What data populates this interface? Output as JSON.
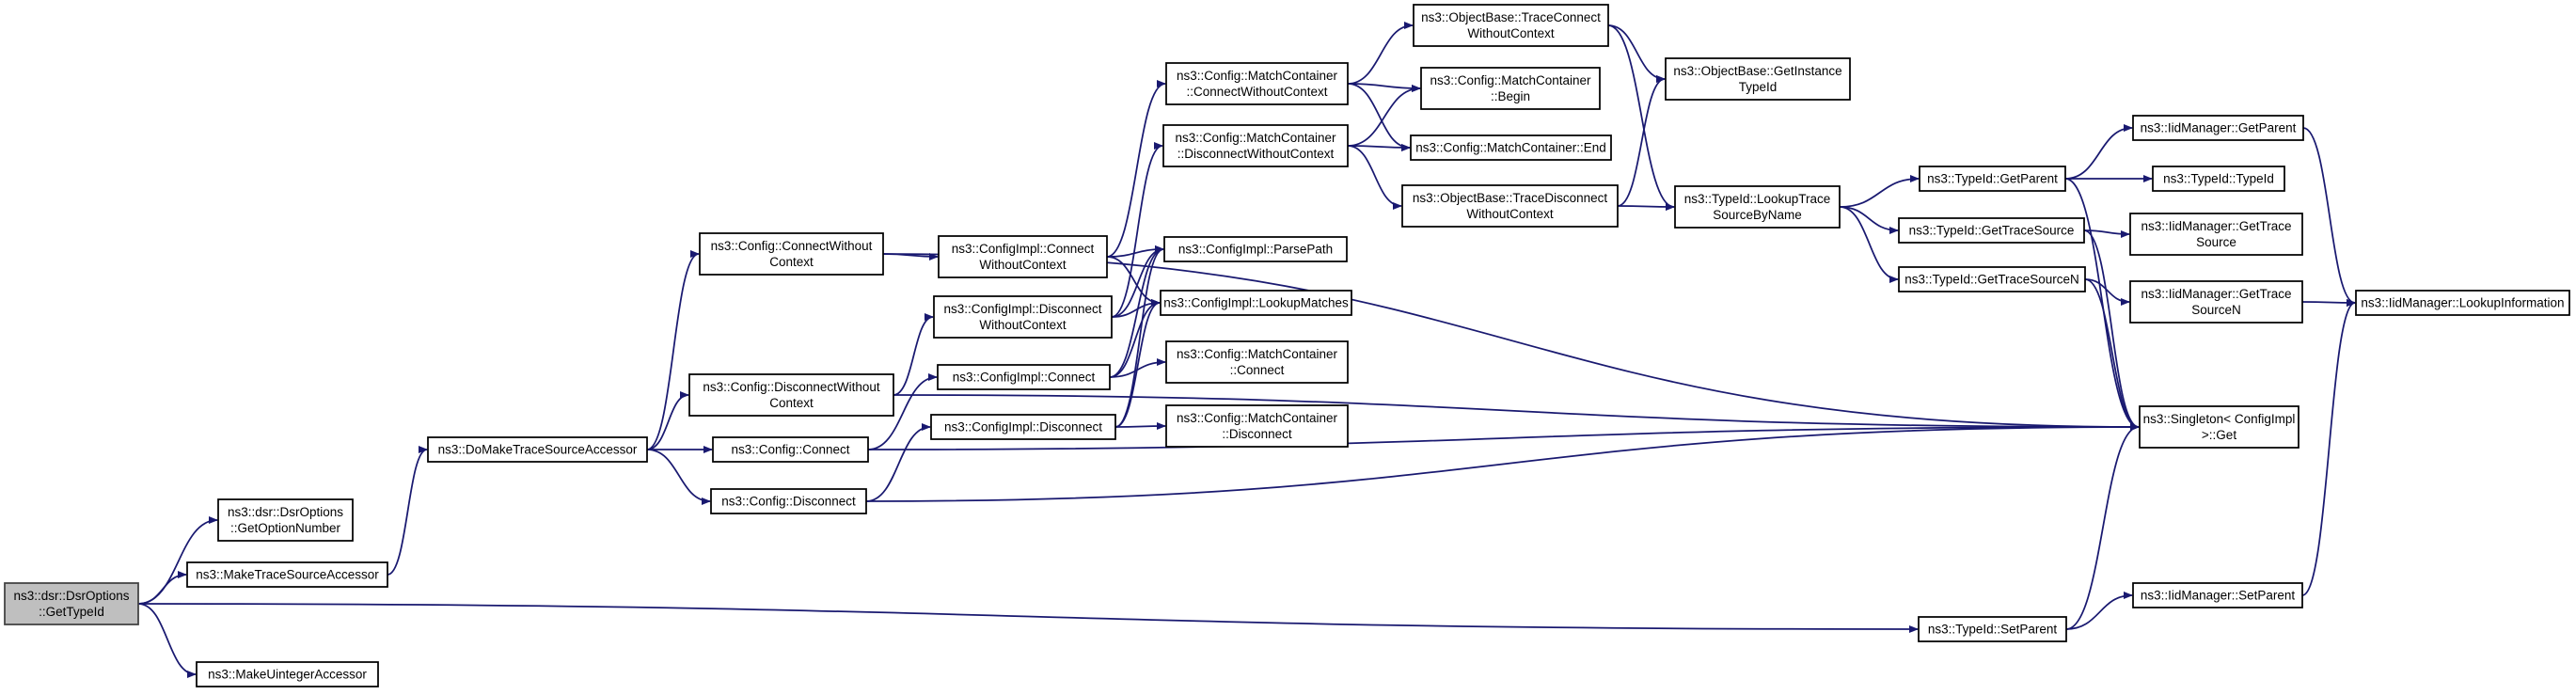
{
  "graph": {
    "edge_color": "#191970",
    "root_fill": "#bfbfbf",
    "node_fill": "#ffffff",
    "nodes": [
      {
        "id": "root",
        "lines": [
          "ns3::dsr::DsrOptions",
          "::GetTypeId"
        ],
        "root": true
      },
      {
        "id": "getoptnum",
        "lines": [
          "ns3::dsr::DsrOptions",
          "::GetOptionNumber"
        ]
      },
      {
        "id": "mtsa",
        "lines": [
          "ns3::MakeTraceSourceAccessor"
        ]
      },
      {
        "id": "mua",
        "lines": [
          "ns3::MakeUintegerAccessor"
        ]
      },
      {
        "id": "dmtsa",
        "lines": [
          "ns3::DoMakeTraceSourceAccessor"
        ]
      },
      {
        "id": "cfg_cwc",
        "lines": [
          "ns3::Config::ConnectWithout",
          "Context"
        ]
      },
      {
        "id": "cfg_dwc",
        "lines": [
          "ns3::Config::DisconnectWithout",
          "Context"
        ]
      },
      {
        "id": "cfg_c",
        "lines": [
          "ns3::Config::Connect"
        ]
      },
      {
        "id": "cfg_d",
        "lines": [
          "ns3::Config::Disconnect"
        ]
      },
      {
        "id": "ci_cwc",
        "lines": [
          "ns3::ConfigImpl::Connect",
          "WithoutContext"
        ]
      },
      {
        "id": "ci_dwc",
        "lines": [
          "ns3::ConfigImpl::Disconnect",
          "WithoutContext"
        ]
      },
      {
        "id": "ci_c",
        "lines": [
          "ns3::ConfigImpl::Connect"
        ]
      },
      {
        "id": "ci_d",
        "lines": [
          "ns3::ConfigImpl::Disconnect"
        ]
      },
      {
        "id": "mc_cwc",
        "lines": [
          "ns3::Config::MatchContainer",
          "::ConnectWithoutContext"
        ]
      },
      {
        "id": "mc_dwc",
        "lines": [
          "ns3::Config::MatchContainer",
          "::DisconnectWithoutContext"
        ]
      },
      {
        "id": "ci_pp",
        "lines": [
          "ns3::ConfigImpl::ParsePath"
        ]
      },
      {
        "id": "ci_lm",
        "lines": [
          "ns3::ConfigImpl::LookupMatches"
        ]
      },
      {
        "id": "mc_c",
        "lines": [
          "ns3::Config::MatchContainer",
          "::Connect"
        ]
      },
      {
        "id": "mc_d",
        "lines": [
          "ns3::Config::MatchContainer",
          "::Disconnect"
        ]
      },
      {
        "id": "ob_tcwc",
        "lines": [
          "ns3::ObjectBase::TraceConnect",
          "WithoutContext"
        ]
      },
      {
        "id": "mc_begin",
        "lines": [
          "ns3::Config::MatchContainer",
          "::Begin"
        ]
      },
      {
        "id": "mc_end",
        "lines": [
          "ns3::Config::MatchContainer::End"
        ]
      },
      {
        "id": "ob_tdwc",
        "lines": [
          "ns3::ObjectBase::TraceDisconnect",
          "WithoutContext"
        ]
      },
      {
        "id": "ob_git",
        "lines": [
          "ns3::ObjectBase::GetInstance",
          "TypeId"
        ]
      },
      {
        "id": "tid_ltsbn",
        "lines": [
          "ns3::TypeId::LookupTrace",
          "SourceByName"
        ]
      },
      {
        "id": "tid_gp",
        "lines": [
          "ns3::TypeId::GetParent"
        ]
      },
      {
        "id": "tid_gts",
        "lines": [
          "ns3::TypeId::GetTraceSource"
        ]
      },
      {
        "id": "tid_gtsn",
        "lines": [
          "ns3::TypeId::GetTraceSourceN"
        ]
      },
      {
        "id": "tid_sp",
        "lines": [
          "ns3::TypeId::SetParent"
        ]
      },
      {
        "id": "singleton",
        "lines": [
          "ns3::Singleton< ConfigImpl",
          " >::Get"
        ]
      },
      {
        "id": "iid_gp",
        "lines": [
          "ns3::IidManager::GetParent"
        ]
      },
      {
        "id": "tid_tid",
        "lines": [
          "ns3::TypeId::TypeId"
        ]
      },
      {
        "id": "iid_gts",
        "lines": [
          "ns3::IidManager::GetTrace",
          "Source"
        ]
      },
      {
        "id": "iid_gtsn",
        "lines": [
          "ns3::IidManager::GetTrace",
          "SourceN"
        ]
      },
      {
        "id": "iid_li",
        "lines": [
          "ns3::IidManager::LookupInformation"
        ]
      },
      {
        "id": "iid_sp",
        "lines": [
          "ns3::IidManager::SetParent"
        ]
      }
    ],
    "edges": [
      [
        "root",
        "getoptnum"
      ],
      [
        "root",
        "mtsa"
      ],
      [
        "root",
        "mua"
      ],
      [
        "root",
        "tid_sp"
      ],
      [
        "mtsa",
        "dmtsa"
      ],
      [
        "dmtsa",
        "cfg_cwc"
      ],
      [
        "dmtsa",
        "cfg_dwc"
      ],
      [
        "dmtsa",
        "cfg_c"
      ],
      [
        "dmtsa",
        "cfg_d"
      ],
      [
        "cfg_cwc",
        "ci_cwc"
      ],
      [
        "cfg_cwc",
        "singleton"
      ],
      [
        "cfg_dwc",
        "ci_dwc"
      ],
      [
        "cfg_dwc",
        "singleton"
      ],
      [
        "cfg_c",
        "ci_c"
      ],
      [
        "cfg_c",
        "singleton"
      ],
      [
        "cfg_d",
        "ci_d"
      ],
      [
        "cfg_d",
        "singleton"
      ],
      [
        "ci_cwc",
        "mc_cwc"
      ],
      [
        "ci_cwc",
        "ci_pp"
      ],
      [
        "ci_cwc",
        "ci_lm"
      ],
      [
        "ci_dwc",
        "mc_dwc"
      ],
      [
        "ci_dwc",
        "ci_pp"
      ],
      [
        "ci_dwc",
        "ci_lm"
      ],
      [
        "ci_c",
        "mc_c"
      ],
      [
        "ci_c",
        "ci_pp"
      ],
      [
        "ci_c",
        "ci_lm"
      ],
      [
        "ci_d",
        "mc_d"
      ],
      [
        "ci_d",
        "ci_pp"
      ],
      [
        "ci_d",
        "ci_lm"
      ],
      [
        "mc_cwc",
        "ob_tcwc"
      ],
      [
        "mc_cwc",
        "mc_begin"
      ],
      [
        "mc_cwc",
        "mc_end"
      ],
      [
        "mc_dwc",
        "mc_begin"
      ],
      [
        "mc_dwc",
        "mc_end"
      ],
      [
        "mc_dwc",
        "ob_tdwc"
      ],
      [
        "ob_tcwc",
        "ob_git"
      ],
      [
        "ob_tcwc",
        "tid_ltsbn"
      ],
      [
        "ob_tdwc",
        "ob_git"
      ],
      [
        "ob_tdwc",
        "tid_ltsbn"
      ],
      [
        "tid_ltsbn",
        "tid_gp"
      ],
      [
        "tid_ltsbn",
        "tid_gts"
      ],
      [
        "tid_ltsbn",
        "tid_gtsn"
      ],
      [
        "tid_gp",
        "iid_gp"
      ],
      [
        "tid_gp",
        "tid_tid"
      ],
      [
        "tid_gp",
        "singleton"
      ],
      [
        "tid_gts",
        "iid_gts"
      ],
      [
        "tid_gts",
        "singleton"
      ],
      [
        "tid_gtsn",
        "iid_gtsn"
      ],
      [
        "tid_gtsn",
        "singleton"
      ],
      [
        "iid_gp",
        "iid_li"
      ],
      [
        "iid_gtsn",
        "iid_li"
      ],
      [
        "tid_sp",
        "singleton"
      ],
      [
        "tid_sp",
        "iid_sp"
      ],
      [
        "iid_sp",
        "iid_li"
      ]
    ]
  }
}
